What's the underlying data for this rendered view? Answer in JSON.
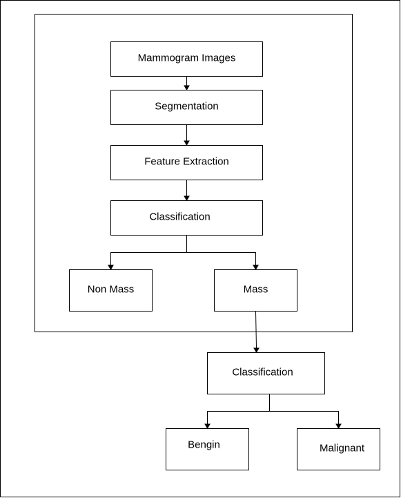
{
  "diagram": {
    "nodes": {
      "mammogram_images": "Mammogram Images",
      "segmentation": "Segmentation",
      "feature_extraction": "Feature Extraction",
      "classification_1": "Classification",
      "non_mass": "Non Mass",
      "mass": "Mass",
      "classification_2": "Classification",
      "bengin": "Bengin",
      "malignant": "Malignant"
    },
    "edges": [
      {
        "from": "mammogram_images",
        "to": "segmentation"
      },
      {
        "from": "segmentation",
        "to": "feature_extraction"
      },
      {
        "from": "feature_extraction",
        "to": "classification_1"
      },
      {
        "from": "classification_1",
        "to": "non_mass"
      },
      {
        "from": "classification_1",
        "to": "mass"
      },
      {
        "from": "mass",
        "to": "classification_2"
      },
      {
        "from": "classification_2",
        "to": "bengin"
      },
      {
        "from": "classification_2",
        "to": "malignant"
      }
    ],
    "colors": {
      "stroke": "#000000",
      "fill": "#ffffff"
    }
  }
}
